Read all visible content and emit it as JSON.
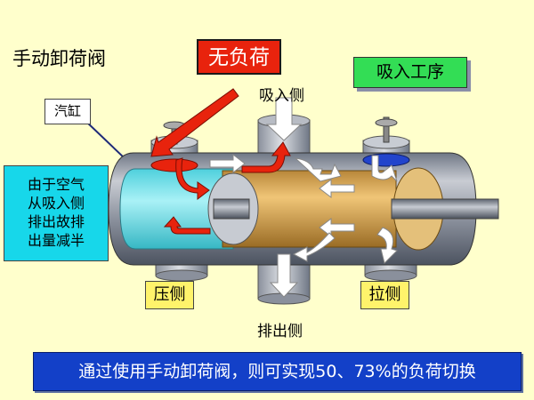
{
  "title": "手动卸荷阀",
  "no_load_label": "无负荷",
  "process_label": "吸入工序",
  "cylinder_label": "汽缸",
  "note_lines": [
    "由于空气",
    "从吸入侧",
    "排出故排",
    "出量减半"
  ],
  "suction_side_label": "吸入侧",
  "discharge_side_label": "排出侧",
  "press_side_label": "压侧",
  "pull_side_label": "拉侧",
  "banner_text": "通过使用手动卸荷阀，则可实现50、73%的负荷切换",
  "colors": {
    "background": "#ffffcc",
    "no_load_box": "#e8230d",
    "process_box": "#33dd55",
    "note_box": "#17d7ea",
    "side_label_box": "#fff36b",
    "banner": "#1340c8",
    "cylinder_chamber": "#6fe0ea",
    "piston": "#d6a24a",
    "valve_disc_active": "#e8230d",
    "valve_disc_passive": "#2244cc",
    "flow_arrow_red": "#e8230d",
    "flow_arrow_white": "#ffffff"
  }
}
